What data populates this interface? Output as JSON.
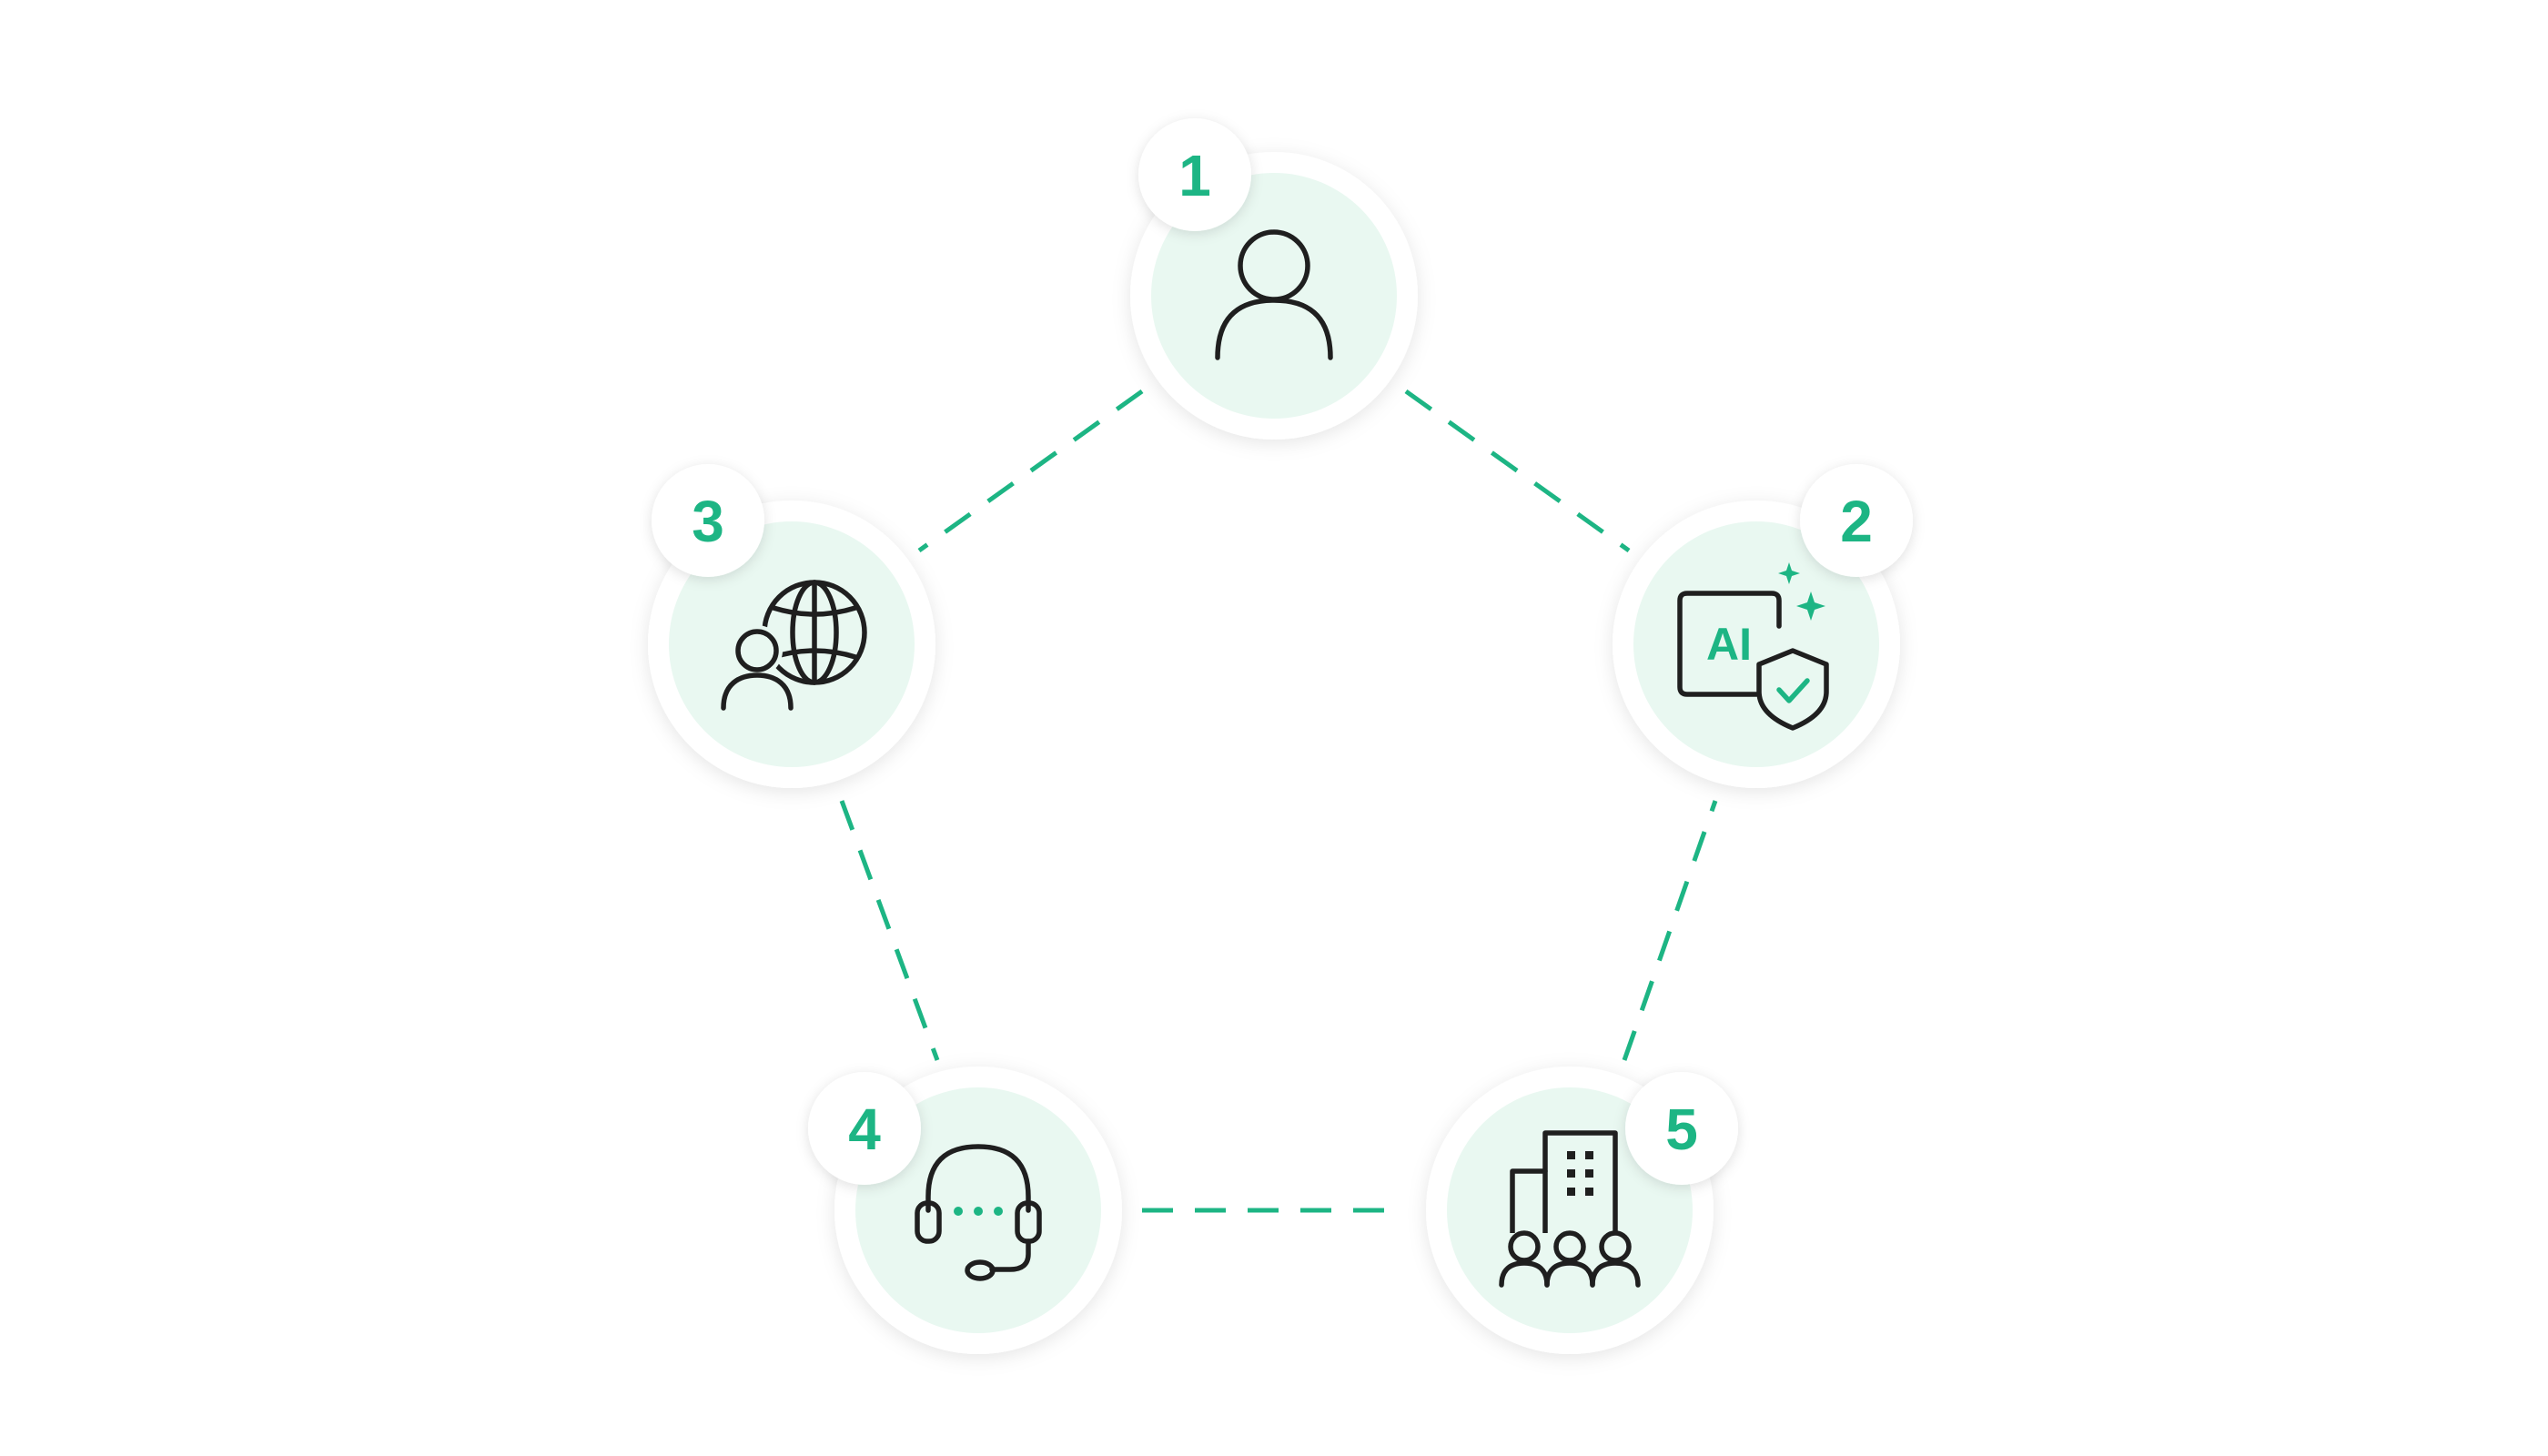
{
  "colors": {
    "accent": "#1db584",
    "node_fill": "#e9f8f1",
    "icon_stroke": "#1f1f1f",
    "background": "#ffffff"
  },
  "nodes": [
    {
      "number": "1",
      "icon": "person-icon"
    },
    {
      "number": "2",
      "icon": "ai-shield-icon",
      "icon_text": "AI"
    },
    {
      "number": "3",
      "icon": "global-user-icon"
    },
    {
      "number": "4",
      "icon": "headset-icon"
    },
    {
      "number": "5",
      "icon": "office-team-icon"
    }
  ],
  "connectors": [
    [
      "1",
      "2"
    ],
    [
      "1",
      "3"
    ],
    [
      "3",
      "4"
    ],
    [
      "4",
      "5"
    ],
    [
      "5",
      "2"
    ]
  ]
}
